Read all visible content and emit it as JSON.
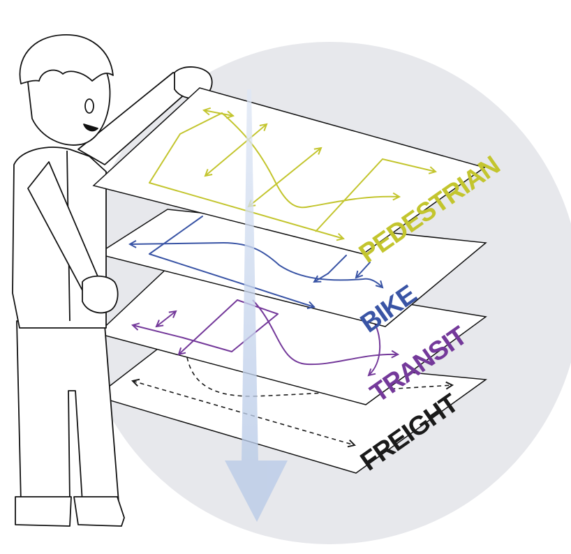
{
  "layers": [
    {
      "label": "PEDESTRIAN",
      "color": "#c3c52e"
    },
    {
      "label": "BIKE",
      "color": "#3954a5"
    },
    {
      "label": "TRANSIT",
      "color": "#74399a"
    },
    {
      "label": "FREIGHT",
      "color": "#1a1a1a"
    }
  ],
  "background_circle_color": "#e7e8ec",
  "flow_arrow_color": "#c3d2eb",
  "line_color": "#111111"
}
